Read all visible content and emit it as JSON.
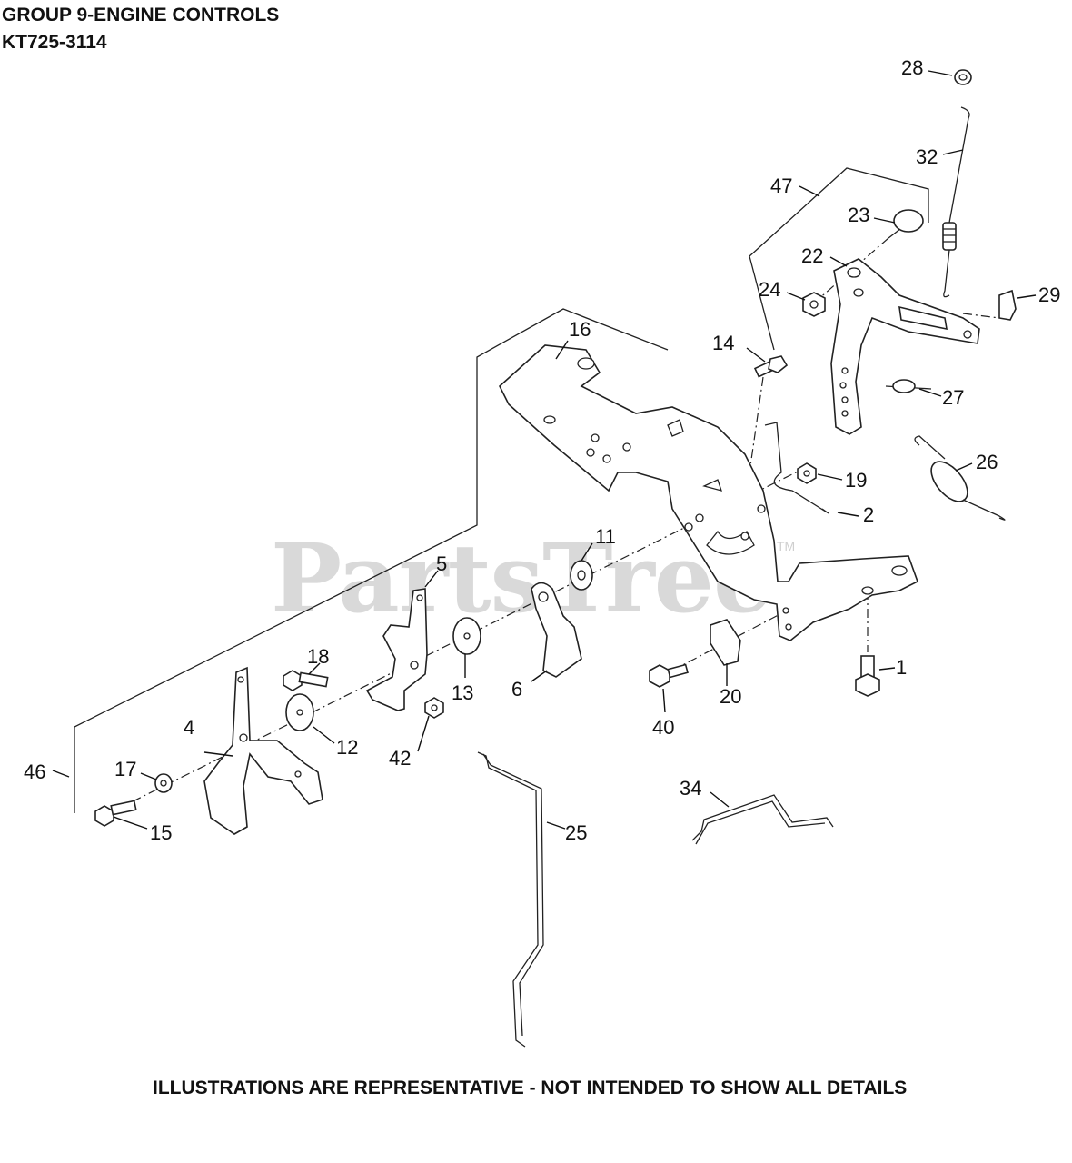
{
  "header": {
    "title": "GROUP 9-ENGINE CONTROLS",
    "model": "KT725-3114"
  },
  "footer": {
    "note": "ILLUSTRATIONS ARE REPRESENTATIVE - NOT INTENDED TO SHOW ALL DETAILS"
  },
  "watermark": {
    "text": "PartsTree",
    "trademark": "TM"
  },
  "callouts": {
    "c1": "1",
    "c2": "2",
    "c4": "4",
    "c5": "5",
    "c6": "6",
    "c11": "11",
    "c12": "12",
    "c13": "13",
    "c14": "14",
    "c15": "15",
    "c16": "16",
    "c17": "17",
    "c18": "18",
    "c19": "19",
    "c20": "20",
    "c22": "22",
    "c23": "23",
    "c24": "24",
    "c25": "25",
    "c26": "26",
    "c27": "27",
    "c28": "28",
    "c29": "29",
    "c32": "32",
    "c34": "34",
    "c40": "40",
    "c42": "42",
    "c46": "46",
    "c47": "47"
  }
}
